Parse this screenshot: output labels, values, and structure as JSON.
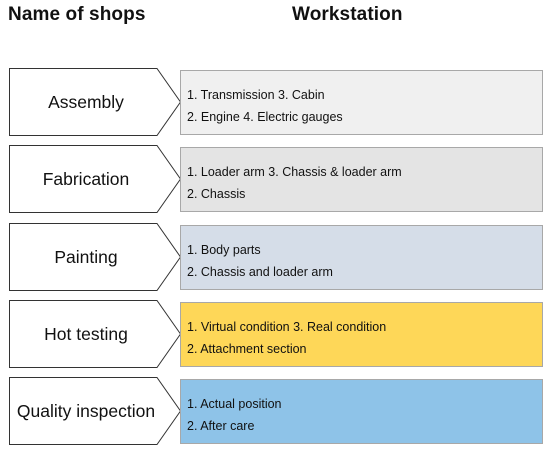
{
  "headers": {
    "shops": "Name of shops",
    "workstation": "Workstation"
  },
  "rows": [
    {
      "shop": "Assembly",
      "line1": "1. Transmission 3. Cabin",
      "line2": "2. Engine 4. Electric gauges",
      "color": "#f0f0f0"
    },
    {
      "shop": "Fabrication",
      "line1": "1. Loader arm 3. Chassis & loader arm",
      "line2": "2. Chassis",
      "color": "#e4e4e4"
    },
    {
      "shop": "Painting",
      "line1": "1. Body parts",
      "line2": "2. Chassis and loader arm",
      "color": "#d5dde8"
    },
    {
      "shop": "Hot testing",
      "line1": "1. Virtual condition 3. Real condition",
      "line2": "2. Attachment section",
      "color": "#fed758"
    },
    {
      "shop": "Quality inspection",
      "line1": "1. Actual position",
      "line2": "2. After care",
      "color": "#8ec3e8"
    }
  ]
}
